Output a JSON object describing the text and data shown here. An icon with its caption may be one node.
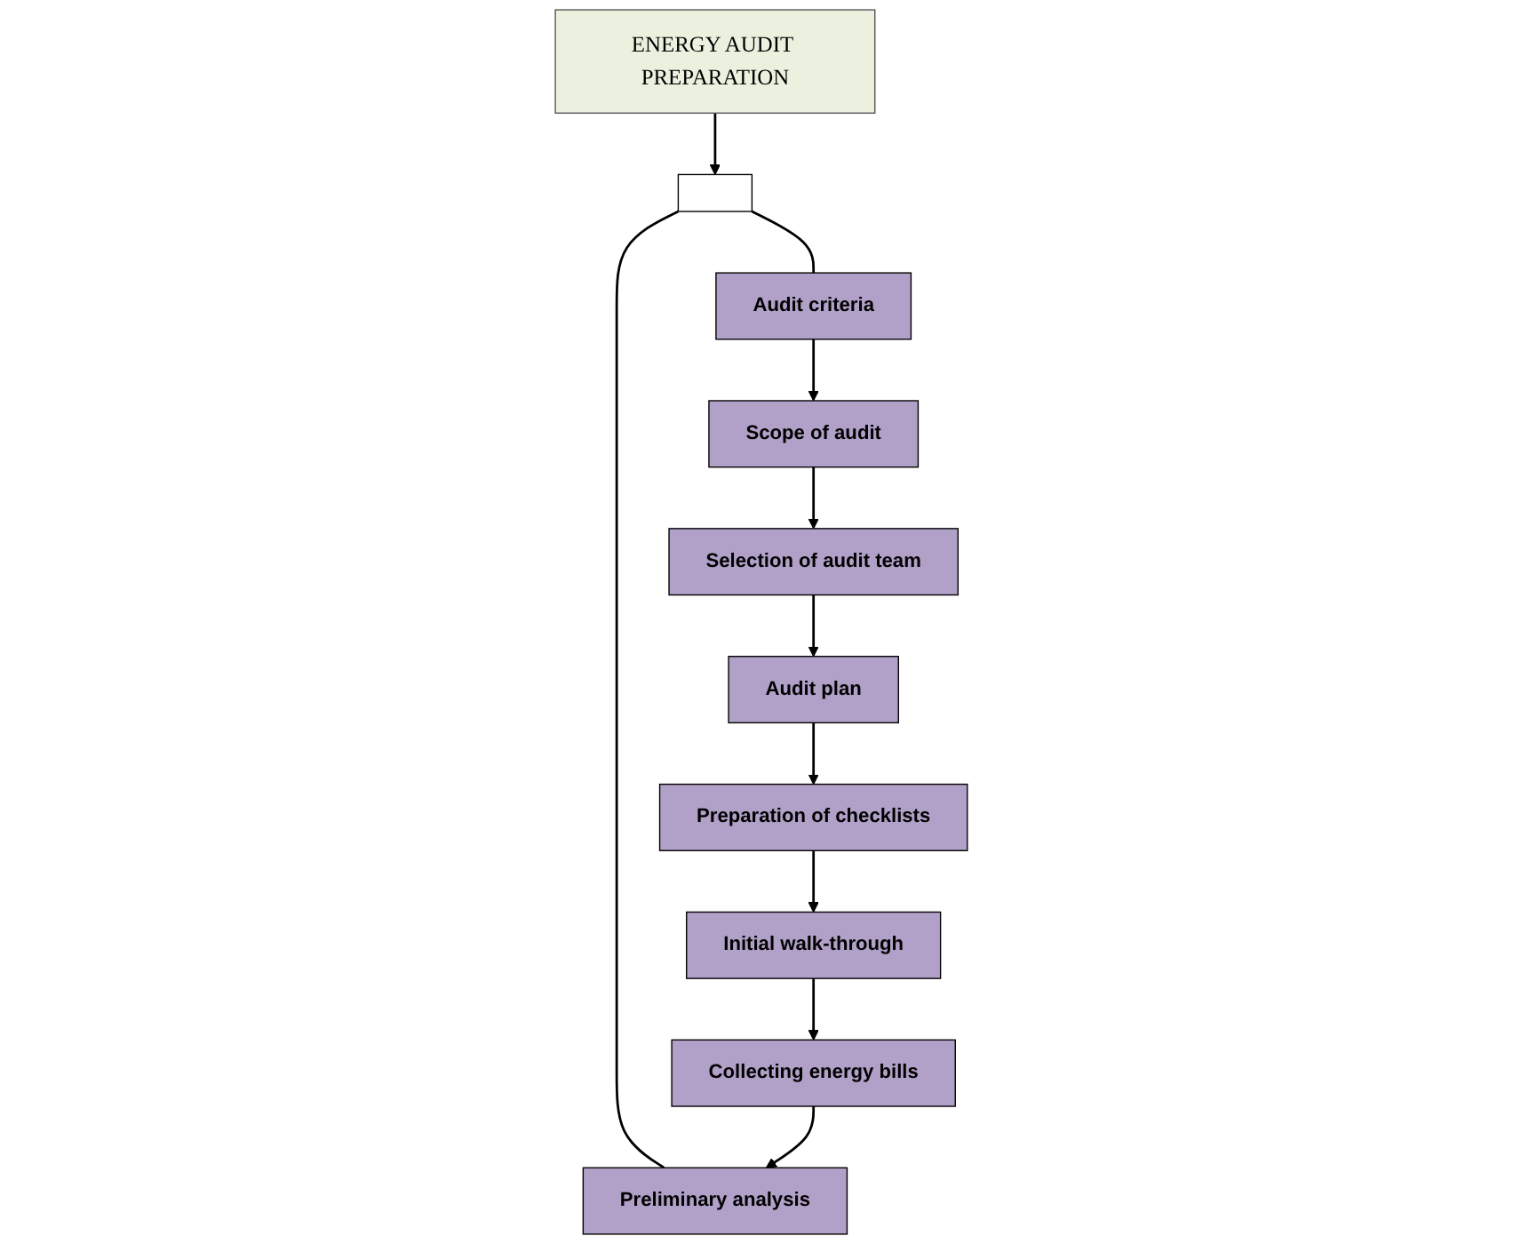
{
  "diagram": {
    "nodes": [
      {
        "text": [
          "ENERGY AUDIT PREPARATION"
        ]
      },
      {
        "text": [],
        "shape": "bar"
      },
      {
        "text": [
          "Audit criteria"
        ]
      },
      {
        "text": [
          "Scope of audit"
        ]
      },
      {
        "text": [
          "Selection of audit team"
        ]
      },
      {
        "text": [
          "Audit plan"
        ]
      },
      {
        "text": [
          "Preparation of checklists"
        ]
      },
      {
        "text": [
          "Initial walk-through"
        ]
      },
      {
        "text": [
          "Collecting energy bills"
        ]
      },
      {
        "text": [
          "Preliminary analysis"
        ]
      }
    ],
    "edges": [
      {
        "from": 0,
        "to": 1,
        "arrow": "to"
      },
      {
        "from": 1,
        "to": 2,
        "arrow": "none"
      },
      {
        "from": 1,
        "to": 9,
        "arrow": "none"
      },
      {
        "from": 2,
        "to": 3,
        "arrow": "to"
      },
      {
        "from": 3,
        "to": 4,
        "arrow": "to"
      },
      {
        "from": 4,
        "to": 5,
        "arrow": "to"
      },
      {
        "from": 5,
        "to": 6,
        "arrow": "to"
      },
      {
        "from": 6,
        "to": 7,
        "arrow": "to"
      },
      {
        "from": 7,
        "to": 8,
        "arrow": "to"
      },
      {
        "from": 8,
        "to": 9,
        "arrow": "to"
      }
    ]
  }
}
